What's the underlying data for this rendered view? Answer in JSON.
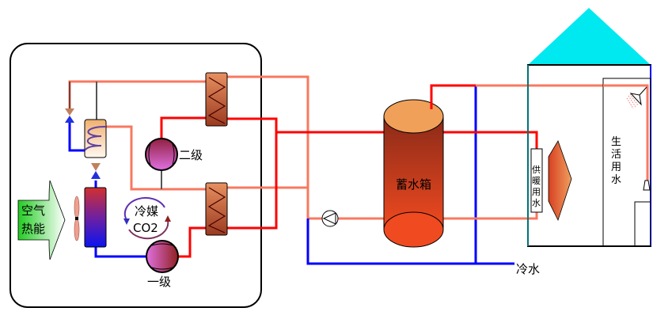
{
  "labels": {
    "second_stage": "二级",
    "first_stage": "一级",
    "refrigerant": "冷媒",
    "refrigerant_gas": "CO2",
    "air_energy_1": "空气",
    "air_energy_2": "热能",
    "storage_tank": "蓄水箱",
    "cold_water": "冷水",
    "heating_water": [
      "供",
      "暖",
      "用",
      "水"
    ],
    "domestic_water": [
      "生",
      "活",
      "用",
      "水"
    ]
  },
  "colors": {
    "hot_pipe": "#ff0000",
    "warm_pipe": "#f87860",
    "cold_pipe": "#0000ff",
    "roof": "#00e8f0",
    "air": "#22cc22"
  }
}
